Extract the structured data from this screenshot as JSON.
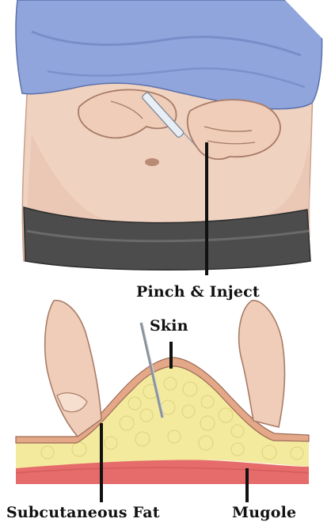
{
  "labels": {
    "pinch_inject": "Pinch & Inject",
    "skin": "Skin",
    "subcutaneous_fat": "Subcutaneous Fat",
    "muscle": "Mugole"
  },
  "colors": {
    "shirt": "#8fa5db",
    "shirt_shadow": "#6f84c0",
    "skin_tone": "#f0d2c1",
    "skin_shadow": "#d9b19c",
    "waistband": "#4c4c4c",
    "fat": "#f3ea9e",
    "muscle_band": "#e56c6a",
    "leader_line": "#111111"
  }
}
